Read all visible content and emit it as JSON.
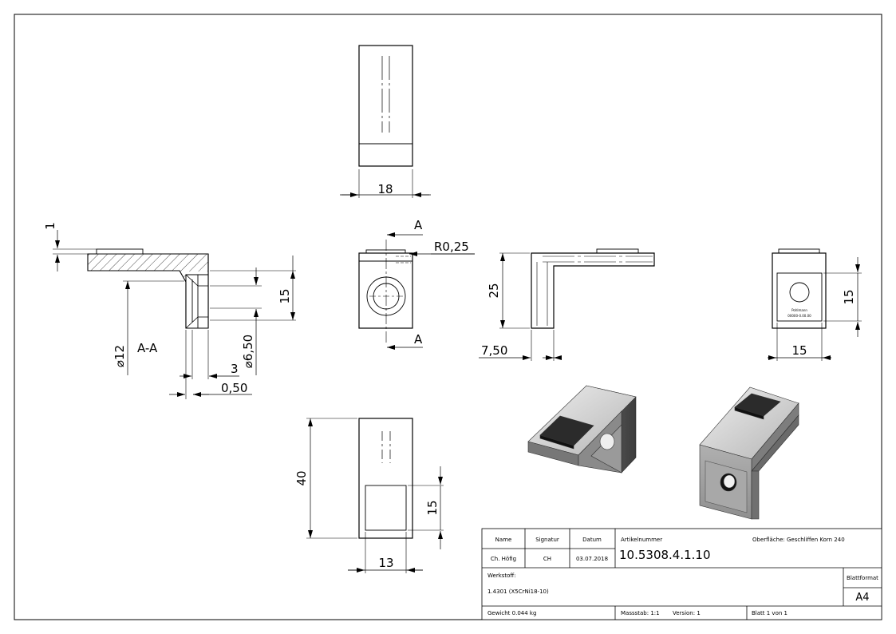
{
  "dimensions": {
    "top_width": "18",
    "thickness": "1",
    "radius": "R0,25",
    "section_marker": "A",
    "section_label": "A-A",
    "diameter_12": "⌀12",
    "diameter_650": "⌀6,50",
    "depth_3": "3",
    "offset_050": "0,50",
    "hole_height_section": "15",
    "side_height": "25",
    "side_offset": "7,50",
    "right_height": "15",
    "right_width": "15",
    "bottom_height": "40",
    "bottom_width": "13",
    "bottom_pocket": "15"
  },
  "title_block": {
    "name_header": "Name",
    "signature_header": "Signatur",
    "date_header": "Datum",
    "name_value": "Ch. Höfig",
    "signature_value": "CH",
    "date_value": "03.07.2018",
    "article_header": "Artikelnummer",
    "article_number": "10.5308.4.1.10",
    "surface": "Oberfläche:  Geschliffen Korn 240",
    "material_header": "Werkstoff:",
    "material_value": "1.4301 (X5CrNi18-10)",
    "format_header": "Blattformat",
    "format_value": "A4",
    "weight": "Gewicht 0.044 kg",
    "scale": "Massstab: 1:1",
    "version": "Version: 1",
    "sheet": "Blatt 1 von 1"
  },
  "engraving": {
    "brand": "Pohlmann",
    "code": "00000-0.00.00"
  }
}
